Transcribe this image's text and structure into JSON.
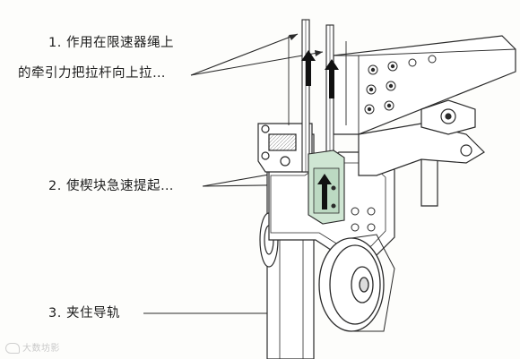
{
  "labels": {
    "step1_line1": "1. 作用在限速器绳上",
    "step1_line2": "的牵引力把拉杆向上拉…",
    "step2": "2. 使楔块急速提起…",
    "step3": "3. 夹住导轨"
  },
  "watermark": "大数坊影",
  "colors": {
    "line": "#2a2a2a",
    "background": "#fdfdfb",
    "wedge_fill": "#cfe6d3",
    "shading": "#bdbdbd",
    "arrow": "#111111"
  }
}
